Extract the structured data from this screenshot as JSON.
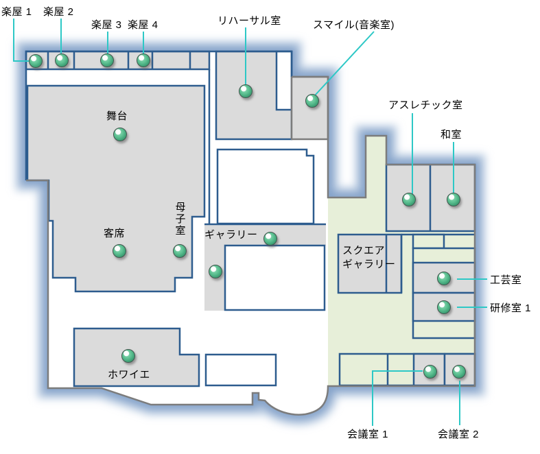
{
  "map": {
    "rooms": [
      {
        "id": "gakuya-1",
        "label": "楽屋 1"
      },
      {
        "id": "gakuya-2",
        "label": "楽屋 2"
      },
      {
        "id": "gakuya-3",
        "label": "楽屋 3"
      },
      {
        "id": "gakuya-4",
        "label": "楽屋 4"
      },
      {
        "id": "rehearsal",
        "label": "リハーサル室"
      },
      {
        "id": "smile-music",
        "label": "スマイル(音楽室)"
      },
      {
        "id": "stage",
        "label": "舞台"
      },
      {
        "id": "athletic",
        "label": "アスレチック室"
      },
      {
        "id": "washitsu",
        "label": "和室"
      },
      {
        "id": "audience",
        "label": "客席"
      },
      {
        "id": "boshishitsu",
        "label": "母子室"
      },
      {
        "id": "gallery",
        "label": "ギャラリー"
      },
      {
        "id": "square-gallery",
        "label": "スクエア\nギャラリー"
      },
      {
        "id": "kogeishitsu",
        "label": "工芸室"
      },
      {
        "id": "kenshushitsu-1",
        "label": "研修室 1"
      },
      {
        "id": "foyer",
        "label": "ホワイエ"
      },
      {
        "id": "kaigishitsu-1",
        "label": "会議室 1"
      },
      {
        "id": "kaigishitsu-2",
        "label": "会議室 2"
      }
    ],
    "colors": {
      "wall_navy": "#2d5c8e",
      "wall_gray": "#7c7c7c",
      "room_gray": "#dbdbdb",
      "area_green": "#e7efd9",
      "glow_blue": "#7f9fc8",
      "leader_teal": "#2dc8c6",
      "marker_green": "#5cc091"
    }
  }
}
